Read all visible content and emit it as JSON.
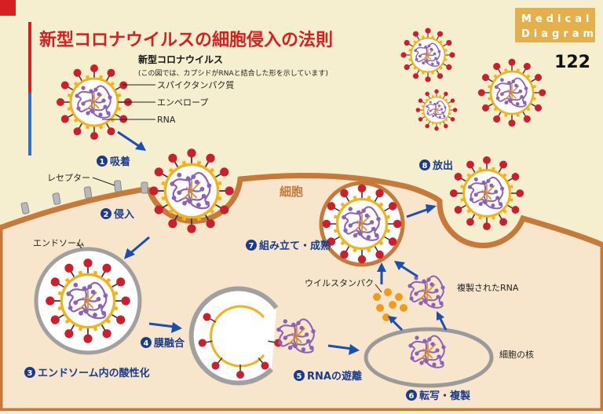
{
  "title": "新型コロナウイルスの細胞侵入の法則",
  "badge": {
    "line1": "Medical",
    "line2": "Diagram",
    "page": "122"
  },
  "legend": {
    "title": "新型コロナウイルス",
    "note": "(この図では、カプシドがRNAと結合した形を示しています)",
    "spike": "スパイクタンパク質",
    "envelope": "エンベロープ",
    "rna": "RNA"
  },
  "labels": {
    "receptor": "レセプター",
    "cell": "細胞",
    "endosome": "エンドソーム",
    "viral_protein": "ウイルスタンパク",
    "replicated_rna": "複製されたRNA",
    "nucleus": "細胞の核"
  },
  "steps": [
    {
      "num": "1",
      "label": "吸着"
    },
    {
      "num": "2",
      "label": "侵入"
    },
    {
      "num": "3",
      "label": "エンドソーム内の酸性化"
    },
    {
      "num": "4",
      "label": "膜融合"
    },
    {
      "num": "5",
      "label": "RNAの遊離"
    },
    {
      "num": "6",
      "label": "転写・複製"
    },
    {
      "num": "7",
      "label": "組み立て・成熟"
    },
    {
      "num": "8",
      "label": "放出"
    }
  ],
  "colors": {
    "background": "#f5efcf",
    "cytoplasm": "#f7e6cc",
    "membrane": "#c7793a",
    "title_red": "#d42020",
    "step_blue": "#1a3b8c",
    "spike_red": "#cc1f2d",
    "spike_yellow": "#f2b21b",
    "rna_purple": "#8c62b8",
    "protein_orange": "#f29a1b",
    "nucleus_gray": "#9a9a9a",
    "badge_gold": "#e3b04b"
  }
}
